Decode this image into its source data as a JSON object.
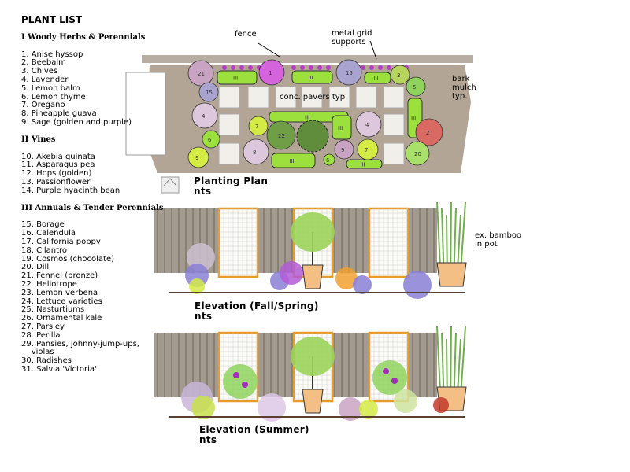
{
  "plant_list": {
    "title": "PLANT LIST",
    "groups": [
      {
        "heading": "I Woody Herbs & Perennials",
        "items": [
          "1. Anise hyssop",
          "2. Beebalm",
          "3. Chives",
          "4. Lavender",
          "5. Lemon balm",
          "6. Lemon thyme",
          "7. Oregano",
          "8. Pineapple guava",
          "9. Sage (golden and purple)"
        ]
      },
      {
        "heading": "II Vines",
        "items": [
          "10. Akebia quinata",
          "11. Asparagus pea",
          "12. Hops (golden)",
          "13. Passionflower",
          "14. Purple hyacinth bean"
        ]
      },
      {
        "heading": "III Annuals & Tender Perennials",
        "items": [
          "15. Borage",
          "16. Calendula",
          "17. California poppy",
          "18. Cilantro",
          "19. Cosmos (chocolate)",
          "20. Dill",
          "21. Fennel (bronze)",
          "22. Heliotrope",
          "23. Lemon verbena",
          "24. Lettuce varieties",
          "25. Nasturtiums",
          "26. Ornamental kale",
          "27. Parsley",
          "28. Perilla",
          "29. Pansies, johnny-jump-ups,\n    violas",
          "30. Radishes",
          "31. Salvia 'Victoria'"
        ]
      }
    ]
  },
  "plan": {
    "title": "Planting Plan",
    "scale": "nts",
    "labels": {
      "fence": "fence",
      "metal_grid": "metal grid\nsupports",
      "pavers": "conc. pavers typ.",
      "bark": "bark\nmulch\ntyp."
    },
    "bed_marker": "III",
    "markers": [
      "21",
      "1",
      "15",
      "3",
      "15",
      "5",
      "4",
      "7",
      "22",
      "4",
      "2",
      "9",
      "7",
      "9",
      "6",
      "8",
      "20",
      "6"
    ]
  },
  "elevation_fall": {
    "title": "Elevation (Fall/Spring)",
    "scale": "nts",
    "bamboo_label": "ex. bamboo\nin pot"
  },
  "elevation_summer": {
    "title": "Elevation (Summer)",
    "scale": "nts"
  }
}
